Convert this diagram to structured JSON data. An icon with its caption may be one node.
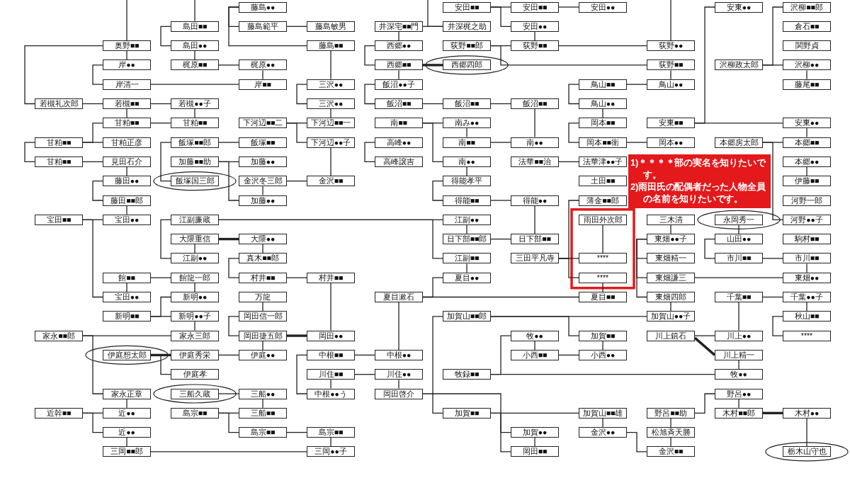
{
  "diagram": {
    "nodes": [
      {
        "text": [
          "藤島●●"
        ]
      },
      {
        "text": [
          "安田■■"
        ]
      },
      {
        "text": [
          "安田■■"
        ]
      },
      {
        "text": [
          "安田●●"
        ]
      },
      {
        "text": [
          "安東●●"
        ]
      },
      {
        "text": [
          "沢柳■■郎"
        ]
      },
      {
        "text": [
          "島田■■"
        ]
      },
      {
        "text": [
          "藤島範平"
        ]
      },
      {
        "text": [
          "藤島敏男"
        ]
      },
      {
        "text": [
          "井深宅■■門"
        ]
      },
      {
        "text": [
          "井深梶之助"
        ]
      },
      {
        "text": [
          "安田●●"
        ]
      },
      {
        "text": [
          "倉石■■"
        ]
      },
      {
        "text": [
          "奥野■■"
        ]
      },
      {
        "text": [
          "島田●●"
        ]
      },
      {
        "text": [
          "藤島■■"
        ]
      },
      {
        "text": [
          "西郷●●"
        ]
      },
      {
        "text": [
          "荻野■■郎"
        ]
      },
      {
        "text": [
          "荻野■■"
        ]
      },
      {
        "text": [
          "荻野●●"
        ]
      },
      {
        "text": [
          "関野貞"
        ]
      },
      {
        "text": [
          "岸●●"
        ]
      },
      {
        "text": [
          "梶原■■"
        ]
      },
      {
        "text": [
          "梶原●●"
        ]
      },
      {
        "text": [
          "西郷■■"
        ]
      },
      {
        "text": [
          "西郷四郎"
        ]
      },
      {
        "text": [
          "荻野■■"
        ]
      },
      {
        "text": [
          "沢柳政太郎"
        ]
      },
      {
        "text": [
          "沢柳●●"
        ]
      },
      {
        "text": [
          "岸清一"
        ]
      },
      {
        "text": [
          "岸■■"
        ]
      },
      {
        "text": [
          "三沢●●"
        ]
      },
      {
        "text": [
          "飯沼●●子"
        ]
      },
      {
        "text": [
          "鳥山■■"
        ]
      },
      {
        "text": [
          "鳥山●●"
        ]
      },
      {
        "text": [
          "藤尾■■"
        ]
      },
      {
        "text": [
          "若槻礼次郎"
        ]
      },
      {
        "text": [
          "若槻■■"
        ]
      },
      {
        "text": [
          "若槻●●子"
        ]
      },
      {
        "text": [
          "三沢●●"
        ]
      },
      {
        "text": [
          "飯沼■■"
        ]
      },
      {
        "text": [
          "飯沼■■"
        ]
      },
      {
        "text": [
          "飯沼■■"
        ]
      },
      {
        "text": [
          "鳥山●●"
        ]
      },
      {
        "text": [
          "甘粕■■"
        ]
      },
      {
        "text": [
          "甘粕■■"
        ]
      },
      {
        "text": [
          "下河辺■■二"
        ]
      },
      {
        "text": [
          "下河辺■■一"
        ]
      },
      {
        "text": [
          "南■■"
        ]
      },
      {
        "text": [
          "南み●●"
        ]
      },
      {
        "text": [
          "岡本■■"
        ]
      },
      {
        "text": [
          "安東■■"
        ]
      },
      {
        "text": [
          "安東●●"
        ]
      },
      {
        "text": [
          "甘粕■■"
        ]
      },
      {
        "text": [
          "甘粕正彦"
        ]
      },
      {
        "text": [
          "飯塚■■郎"
        ]
      },
      {
        "text": [
          "飯塚■■"
        ]
      },
      {
        "text": [
          "下河辺●●子"
        ]
      },
      {
        "text": [
          "高峰●●"
        ]
      },
      {
        "text": [
          "南■■"
        ]
      },
      {
        "text": [
          "南●●"
        ]
      },
      {
        "text": [
          "岡本■■衛"
        ]
      },
      {
        "text": [
          "岡本●●"
        ]
      },
      {
        "text": [
          "本郷房太郎"
        ]
      },
      {
        "text": [
          "本郷■■"
        ]
      },
      {
        "text": [
          "甘粕■■"
        ]
      },
      {
        "text": [
          "見田石介"
        ]
      },
      {
        "text": [
          "加藤■■助"
        ]
      },
      {
        "text": [
          "加藤●●"
        ]
      },
      {
        "text": [
          "高峰譲吉"
        ]
      },
      {
        "text": [
          "南●●"
        ]
      },
      {
        "text": [
          "法華■■治"
        ]
      },
      {
        "text": [
          "法華津●●子"
        ]
      },
      {
        "text": [
          "本郷●●"
        ]
      },
      {
        "text": [
          "藤田●●"
        ]
      },
      {
        "text": [
          "飯塚国三郎"
        ]
      },
      {
        "text": [
          "金沢冬三郎"
        ]
      },
      {
        "text": [
          "金沢■■"
        ]
      },
      {
        "text": [
          "得能孝平"
        ]
      },
      {
        "text": [
          "土田■■"
        ]
      },
      {
        "text": [
          "伊藤■■"
        ]
      },
      {
        "text": [
          "藤田■■郎"
        ]
      },
      {
        "text": [
          "加藤●●"
        ]
      },
      {
        "text": [
          "得能■■"
        ]
      },
      {
        "text": [
          "得能●●"
        ]
      },
      {
        "text": [
          "薄金■■郎"
        ]
      },
      {
        "text": [
          "河野一郎"
        ]
      },
      {
        "text": [
          "宝田■■"
        ]
      },
      {
        "text": [
          "宝田●●"
        ]
      },
      {
        "text": [
          "江副廉蔵"
        ]
      },
      {
        "text": [
          "江副●●"
        ]
      },
      {
        "text": [
          "雨田外次郎"
        ]
      },
      {
        "text": [
          "三木清"
        ]
      },
      {
        "text": [
          "永岡秀一"
        ]
      },
      {
        "text": [
          "河野●●子"
        ]
      },
      {
        "text": [
          "大隈重信"
        ]
      },
      {
        "text": [
          "大隈●●"
        ]
      },
      {
        "text": [
          "日下部■■郎"
        ]
      },
      {
        "text": [
          "日下部■■"
        ]
      },
      {
        "text": [
          "東畑●●子"
        ]
      },
      {
        "text": [
          "山田●●"
        ]
      },
      {
        "text": [
          "駒村■■"
        ]
      },
      {
        "text": [
          "江副●●"
        ]
      },
      {
        "text": [
          "真木■■郎"
        ]
      },
      {
        "text": [
          "江副■■"
        ]
      },
      {
        "text": [
          "三田平凡寺"
        ]
      },
      {
        "text": [
          "****"
        ]
      },
      {
        "text": [
          "東畑精一"
        ]
      },
      {
        "text": [
          "市川■■"
        ]
      },
      {
        "text": [
          "市川■■"
        ]
      },
      {
        "text": [
          "館■■"
        ]
      },
      {
        "text": [
          "館龍一郎"
        ]
      },
      {
        "text": [
          "村井■■"
        ]
      },
      {
        "text": [
          "村井■■"
        ]
      },
      {
        "text": [
          "夏目●●"
        ]
      },
      {
        "text": [
          "****"
        ]
      },
      {
        "text": [
          "東畑謙三"
        ]
      },
      {
        "text": [
          "東畑●●"
        ]
      },
      {
        "text": [
          "宝田●●"
        ]
      },
      {
        "text": [
          "新明●●"
        ]
      },
      {
        "text": [
          "万龍"
        ]
      },
      {
        "text": [
          "夏目漱石"
        ]
      },
      {
        "text": [
          "夏目■■"
        ]
      },
      {
        "text": [
          "東畑四郎"
        ]
      },
      {
        "text": [
          "千葉■■"
        ]
      },
      {
        "text": [
          "千葉●●子"
        ]
      },
      {
        "text": [
          "新明■■"
        ]
      },
      {
        "text": [
          "新明●●子"
        ]
      },
      {
        "text": [
          "岡田信一郎"
        ]
      },
      {
        "text": [
          "加賀山■■郎"
        ]
      },
      {
        "text": [
          "加賀山●●子"
        ]
      },
      {
        "text": [
          "秋山■■"
        ]
      },
      {
        "text": [
          "家永■■郎"
        ]
      },
      {
        "text": [
          "家永三郎"
        ]
      },
      {
        "text": [
          "岡田捷五郎"
        ]
      },
      {
        "text": [
          "岡田●●"
        ]
      },
      {
        "text": [
          "牧●●"
        ]
      },
      {
        "text": [
          "加賀■■"
        ]
      },
      {
        "text": [
          "川上鎮石"
        ]
      },
      {
        "text": [
          "川上●●"
        ]
      },
      {
        "text": [
          "****"
        ]
      },
      {
        "text": [
          "伊庭想太郎"
        ]
      },
      {
        "text": [
          "伊庭秀栄"
        ]
      },
      {
        "text": [
          "伊庭●●"
        ]
      },
      {
        "text": [
          "中根■■"
        ]
      },
      {
        "text": [
          "中根●●"
        ]
      },
      {
        "text": [
          "小西■■"
        ]
      },
      {
        "text": [
          "小西●●"
        ]
      },
      {
        "text": [
          "川上精一"
        ]
      },
      {
        "text": [
          "伊庭孝"
        ]
      },
      {
        "text": [
          "川住■■"
        ]
      },
      {
        "text": [
          "川住●●"
        ]
      },
      {
        "text": [
          "牧録■■"
        ]
      },
      {
        "text": [
          "牧●●"
        ]
      },
      {
        "text": [
          "家永正章"
        ]
      },
      {
        "text": [
          "三船久蔵"
        ]
      },
      {
        "text": [
          "三船●●"
        ]
      },
      {
        "text": [
          "中根●●う"
        ]
      },
      {
        "text": [
          "岡田啓介"
        ]
      },
      {
        "text": [
          "野呂●●"
        ]
      },
      {
        "text": [
          "近幹■■"
        ]
      },
      {
        "text": [
          "近●●"
        ]
      },
      {
        "text": [
          "島宗■■"
        ]
      },
      {
        "text": [
          "三船■■"
        ]
      },
      {
        "text": [
          "加賀■■"
        ]
      },
      {
        "text": [
          "加賀山■■雄"
        ]
      },
      {
        "text": [
          "野呂■■助"
        ]
      },
      {
        "text": [
          "木村■■郎"
        ]
      },
      {
        "text": [
          "木村●●"
        ]
      },
      {
        "text": [
          "近●●"
        ]
      },
      {
        "text": [
          "島宗■■"
        ]
      },
      {
        "text": [
          "島宗■■"
        ]
      },
      {
        "text": [
          "加賀●●"
        ]
      },
      {
        "text": [
          "金沢●●"
        ]
      },
      {
        "text": [
          "松旭斉天勝"
        ]
      },
      {
        "text": [
          "三岡■■郎"
        ]
      },
      {
        "text": [
          "三岡●●子"
        ]
      },
      {
        "text": [
          "岡田■■"
        ]
      },
      {
        "text": [
          "金沢■■"
        ]
      },
      {
        "text": [
          "栃木山守也"
        ]
      },
      {
        "text": [
          "1)＊＊＊＊部の実名を知りたいです。",
          "2)雨田氏の配偶者だった人物全員の名前を知りたいです。"
        ]
      }
    ],
    "edges": [
      {
        "from": null,
        "to": 13,
        "arrow": "none"
      },
      {
        "from": 36,
        "to": 13,
        "arrow": "none"
      },
      {
        "from": 13,
        "to": 21,
        "arrow": "none"
      },
      {
        "from": 21,
        "to": 29,
        "arrow": "none"
      },
      {
        "from": 29,
        "to": 30,
        "arrow": "none"
      },
      {
        "from": 23,
        "to": 30,
        "arrow": "none"
      },
      {
        "from": 22,
        "to": 23,
        "arrow": "none"
      },
      {
        "from": 14,
        "to": 22,
        "arrow": "none"
      },
      {
        "from": 6,
        "to": 14,
        "arrow": "none"
      },
      {
        "from": null,
        "to": 6,
        "arrow": "none"
      },
      {
        "from": 0,
        "to": 7,
        "arrow": "none"
      },
      {
        "from": 0,
        "to": 15,
        "arrow": "none"
      },
      {
        "from": 7,
        "to": 8,
        "arrow": "none"
      },
      {
        "from": 15,
        "to": 31,
        "arrow": "none"
      },
      {
        "from": 31,
        "to": 39,
        "arrow": "none"
      },
      {
        "from": 39,
        "to": 47,
        "arrow": "none"
      },
      {
        "from": 46,
        "to": 47,
        "arrow": "none"
      },
      {
        "from": 46,
        "to": 57,
        "arrow": "none"
      },
      {
        "from": 57,
        "to": 77,
        "arrow": "none"
      },
      {
        "from": 76,
        "to": 77,
        "arrow": "none"
      },
      {
        "from": 67,
        "to": 68,
        "arrow": "none"
      },
      {
        "from": 67,
        "to": 82,
        "arrow": "none"
      },
      {
        "from": 76,
        "to": 82,
        "arrow": "none"
      },
      {
        "from": 55,
        "to": 56,
        "arrow": "none"
      },
      {
        "from": 55,
        "to": 75,
        "arrow": "none"
      },
      {
        "from": 36,
        "to": 37,
        "arrow": "none"
      },
      {
        "from": 37,
        "to": 38,
        "arrow": "none"
      },
      {
        "from": 38,
        "to": 45,
        "arrow": "none"
      },
      {
        "from": 37,
        "to": 44,
        "arrow": "none"
      },
      {
        "from": 44,
        "to": 45,
        "arrow": "none"
      },
      {
        "from": 53,
        "to": 44,
        "arrow": "none"
      },
      {
        "from": 53,
        "to": 54,
        "arrow": "none"
      },
      {
        "from": 53,
        "to": 65,
        "arrow": "none"
      },
      {
        "from": 65,
        "to": 66,
        "arrow": "none"
      },
      {
        "from": 66,
        "to": 74,
        "arrow": "none"
      },
      {
        "from": 74,
        "to": 81,
        "arrow": "none"
      },
      {
        "from": 81,
        "to": 88,
        "arrow": "none"
      },
      {
        "from": 87,
        "to": 88,
        "arrow": "none"
      },
      {
        "from": 87,
        "to": 118,
        "arrow": "none"
      },
      {
        "from": 110,
        "to": 118,
        "arrow": "none"
      },
      {
        "from": 110,
        "to": 111,
        "arrow": "none"
      },
      {
        "from": 111,
        "to": 119,
        "arrow": "none"
      },
      {
        "from": 126,
        "to": 119,
        "arrow": "none"
      },
      {
        "from": 126,
        "to": 127,
        "arrow": "none"
      },
      {
        "from": 127,
        "to": 133,
        "arrow": "none"
      },
      {
        "from": 132,
        "to": 133,
        "arrow": "none"
      },
      {
        "from": 132,
        "to": 154,
        "arrow": "none"
      },
      {
        "from": 141,
        "to": 142,
        "arrow": "none",
        "style": "thick"
      },
      {
        "from": 141,
        "to": 149,
        "arrow": "none"
      },
      {
        "from": 142,
        "to": 143,
        "arrow": "none"
      },
      {
        "from": 134,
        "to": 143,
        "arrow": "none"
      },
      {
        "from": 128,
        "to": 134,
        "arrow": "none"
      },
      {
        "from": 120,
        "to": 128,
        "arrow": "none"
      },
      {
        "from": 134,
        "to": 135,
        "arrow": "none",
        "style": "thick"
      },
      {
        "from": 113,
        "to": 135,
        "arrow": "none"
      },
      {
        "from": 112,
        "to": 113,
        "arrow": "none"
      },
      {
        "from": 103,
        "to": 112,
        "arrow": "none"
      },
      {
        "from": 96,
        "to": 103,
        "arrow": "none"
      },
      {
        "from": 95,
        "to": 96,
        "arrow": "none",
        "style": "thick"
      },
      {
        "from": 95,
        "to": 102,
        "arrow": "none"
      },
      {
        "from": 89,
        "to": 102,
        "arrow": "none"
      },
      {
        "from": 89,
        "to": 90,
        "arrow": "none"
      },
      {
        "from": 89,
        "to": 104,
        "arrow": "none"
      },
      {
        "from": 154,
        "to": 161,
        "arrow": "none"
      },
      {
        "from": 160,
        "to": 161,
        "arrow": "none"
      },
      {
        "from": 160,
        "to": 169,
        "arrow": "none"
      },
      {
        "from": 169,
        "to": 175,
        "arrow": "none"
      },
      {
        "from": 175,
        "to": 176,
        "arrow": "none"
      },
      {
        "from": 155,
        "to": 156,
        "arrow": "none"
      },
      {
        "from": 156,
        "to": 163,
        "arrow": "none"
      },
      {
        "from": 162,
        "to": 163,
        "arrow": "none"
      },
      {
        "from": 162,
        "to": 170,
        "arrow": "none"
      },
      {
        "from": 170,
        "to": 171,
        "arrow": "none"
      },
      {
        "from": 171,
        "to": 176,
        "arrow": "none"
      },
      {
        "from": null,
        "to": 10,
        "arrow": "none"
      },
      {
        "from": 9,
        "to": 10,
        "arrow": "none"
      },
      {
        "from": 9,
        "to": 16,
        "arrow": "none"
      },
      {
        "from": 16,
        "to": 24,
        "arrow": "none"
      },
      {
        "from": 24,
        "to": 25,
        "arrow": "none",
        "style": "thick"
      },
      {
        "from": 24,
        "to": 32,
        "arrow": "none"
      },
      {
        "from": 32,
        "to": 40,
        "arrow": "none"
      },
      {
        "from": 40,
        "to": 41,
        "arrow": "none"
      },
      {
        "from": 41,
        "to": 42,
        "arrow": "none"
      },
      {
        "from": 42,
        "to": 60,
        "arrow": "none"
      },
      {
        "from": 48,
        "to": 49,
        "arrow": "none"
      },
      {
        "from": 48,
        "to": 70,
        "arrow": "none"
      },
      {
        "from": 58,
        "to": 69,
        "arrow": "none"
      },
      {
        "from": 49,
        "to": 59,
        "arrow": "none"
      },
      {
        "from": 59,
        "to": 60,
        "arrow": "none"
      },
      {
        "from": 70,
        "to": 78,
        "arrow": "none"
      },
      {
        "from": 78,
        "to": 83,
        "arrow": "none"
      },
      {
        "from": 83,
        "to": 84,
        "arrow": "none"
      },
      {
        "from": 84,
        "to": 98,
        "arrow": "none"
      },
      {
        "from": 90,
        "to": 97,
        "arrow": "none"
      },
      {
        "from": 97,
        "to": 98,
        "arrow": "none"
      },
      {
        "from": 104,
        "to": 114,
        "arrow": "none"
      },
      {
        "from": 121,
        "to": 114,
        "arrow": "none"
      },
      {
        "from": 121,
        "to": 122,
        "arrow": "none"
      },
      {
        "from": 1,
        "to": 2,
        "arrow": "none"
      },
      {
        "from": 1,
        "to": 11,
        "arrow": "none"
      },
      {
        "from": 11,
        "to": 18,
        "arrow": "none"
      },
      {
        "from": 17,
        "to": 18,
        "arrow": "none"
      },
      {
        "from": 17,
        "to": 26,
        "arrow": "none"
      },
      {
        "from": 18,
        "to": 19,
        "arrow": "none"
      },
      {
        "from": 2,
        "to": 3,
        "arrow": "none"
      },
      {
        "from": null,
        "to": 19,
        "arrow": "none"
      },
      {
        "from": 26,
        "to": 34,
        "arrow": "none"
      },
      {
        "from": 33,
        "to": 34,
        "arrow": "none"
      },
      {
        "from": 33,
        "to": 43,
        "arrow": "none"
      },
      {
        "from": 43,
        "to": 50,
        "arrow": "none"
      },
      {
        "from": 50,
        "to": 61,
        "arrow": "none"
      },
      {
        "from": 61,
        "to": 62,
        "arrow": "none"
      },
      {
        "from": 71,
        "to": 72,
        "arrow": "none"
      },
      {
        "from": 105,
        "to": 85,
        "arrow": "none"
      },
      {
        "from": 105,
        "to": 106,
        "arrow": "none"
      },
      {
        "from": 105,
        "to": 115,
        "arrow": "none"
      },
      {
        "from": 91,
        "to": 106,
        "arrow": "none"
      },
      {
        "from": 115,
        "to": 122,
        "arrow": "none"
      },
      {
        "from": 51,
        "to": 4,
        "arrow": "none"
      },
      {
        "from": 51,
        "to": 52,
        "arrow": "none"
      },
      {
        "from": 52,
        "to": 64,
        "arrow": "none"
      },
      {
        "from": 63,
        "to": 64,
        "arrow": "none"
      },
      {
        "from": 63,
        "to": 94,
        "arrow": "none"
      },
      {
        "from": 73,
        "to": 80,
        "arrow": "none"
      },
      {
        "from": 27,
        "to": 5,
        "arrow": "none"
      },
      {
        "from": 27,
        "to": 28,
        "arrow": "none"
      },
      {
        "from": 28,
        "to": 35,
        "arrow": "none"
      },
      {
        "from": 92,
        "to": 99,
        "arrow": "none"
      },
      {
        "from": 99,
        "to": 107,
        "arrow": "none"
      },
      {
        "from": 99,
        "to": 116,
        "arrow": "none"
      },
      {
        "from": 99,
        "to": 123,
        "arrow": "none"
      },
      {
        "from": 116,
        "to": 117,
        "arrow": "none"
      },
      {
        "from": 93,
        "to": 100,
        "arrow": "none"
      },
      {
        "from": 100,
        "to": 108,
        "arrow": "none"
      },
      {
        "from": 108,
        "to": 109,
        "arrow": "none"
      },
      {
        "from": 109,
        "to": 117,
        "arrow": "none"
      },
      {
        "from": 123,
        "to": 130,
        "arrow": "none"
      },
      {
        "from": 129,
        "to": 130,
        "arrow": "none"
      },
      {
        "from": 129,
        "to": 137,
        "arrow": "none"
      },
      {
        "from": 129,
        "to": 164,
        "arrow": "none"
      },
      {
        "from": 137,
        "to": 147,
        "arrow": "none"
      },
      {
        "from": 146,
        "to": 147,
        "arrow": "none"
      },
      {
        "from": 136,
        "to": 146,
        "arrow": "none"
      },
      {
        "from": 152,
        "to": 136,
        "arrow": "none"
      },
      {
        "from": 152,
        "to": 153,
        "arrow": "none"
      },
      {
        "from": 148,
        "to": 153,
        "arrow": "none"
      },
      {
        "from": 138,
        "to": 139,
        "arrow": "none"
      },
      {
        "from": 138,
        "to": 148,
        "arrow": "none",
        "style": "thick"
      },
      {
        "from": 124,
        "to": 139,
        "arrow": "none"
      },
      {
        "from": 124,
        "to": 125,
        "arrow": "none"
      },
      {
        "from": 125,
        "to": 131,
        "arrow": "none"
      },
      {
        "from": 131,
        "to": 140,
        "arrow": "none"
      },
      {
        "from": 164,
        "to": 165,
        "arrow": "none"
      },
      {
        "from": 164,
        "to": 172,
        "arrow": "none"
      },
      {
        "from": 172,
        "to": 177,
        "arrow": "none"
      },
      {
        "from": 158,
        "to": 177,
        "arrow": "none"
      },
      {
        "from": 151,
        "to": 158,
        "arrow": "none"
      },
      {
        "from": 150,
        "to": 151,
        "arrow": "none"
      },
      {
        "from": 150,
        "to": 157,
        "arrow": "none"
      },
      {
        "from": 144,
        "to": 157,
        "arrow": "none"
      },
      {
        "from": 144,
        "to": 145,
        "arrow": "none"
      },
      {
        "from": 121,
        "to": 145,
        "arrow": "none"
      },
      {
        "from": 165,
        "to": 173,
        "arrow": "none"
      },
      {
        "from": 173,
        "to": 178,
        "arrow": "none"
      },
      {
        "from": 159,
        "to": 166,
        "arrow": "none"
      },
      {
        "from": 159,
        "to": 167,
        "arrow": "none"
      },
      {
        "from": 167,
        "to": 168,
        "arrow": "none",
        "style": "thick"
      },
      {
        "from": 168,
        "to": 179,
        "arrow": "none"
      },
      {
        "from": 166,
        "to": 174,
        "arrow": "none"
      },
      {
        "from": 174,
        "to": 178,
        "arrow": "none"
      }
    ]
  }
}
